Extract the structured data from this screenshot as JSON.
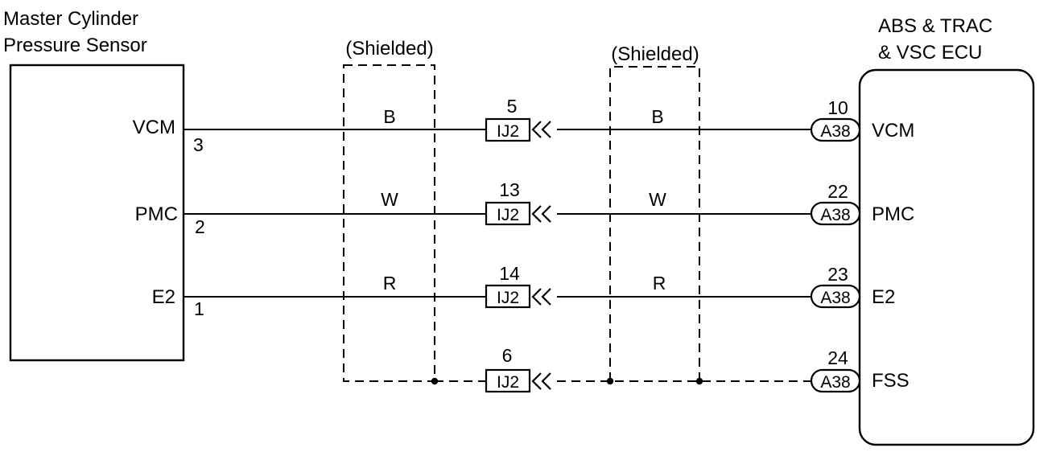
{
  "sensor": {
    "title_line1": "Master Cylinder",
    "title_line2": "Pressure Sensor",
    "pins": [
      {
        "name": "VCM",
        "number": "3"
      },
      {
        "name": "PMC",
        "number": "2"
      },
      {
        "name": "E2",
        "number": "1"
      }
    ]
  },
  "ecu": {
    "title_line1": "ABS & TRAC",
    "title_line2": "& VSC ECU",
    "connector": "A38",
    "pins": [
      {
        "name": "VCM",
        "number": "10"
      },
      {
        "name": "PMC",
        "number": "22"
      },
      {
        "name": "E2",
        "number": "23"
      },
      {
        "name": "FSS",
        "number": "24"
      }
    ]
  },
  "shield_label": "(Shielded)",
  "junction_connector": "IJ2",
  "wires": [
    {
      "left_color": "B",
      "right_color": "B",
      "junction_pin": "5"
    },
    {
      "left_color": "W",
      "right_color": "W",
      "junction_pin": "13"
    },
    {
      "left_color": "R",
      "right_color": "R",
      "junction_pin": "14"
    },
    {
      "junction_pin": "6"
    }
  ]
}
